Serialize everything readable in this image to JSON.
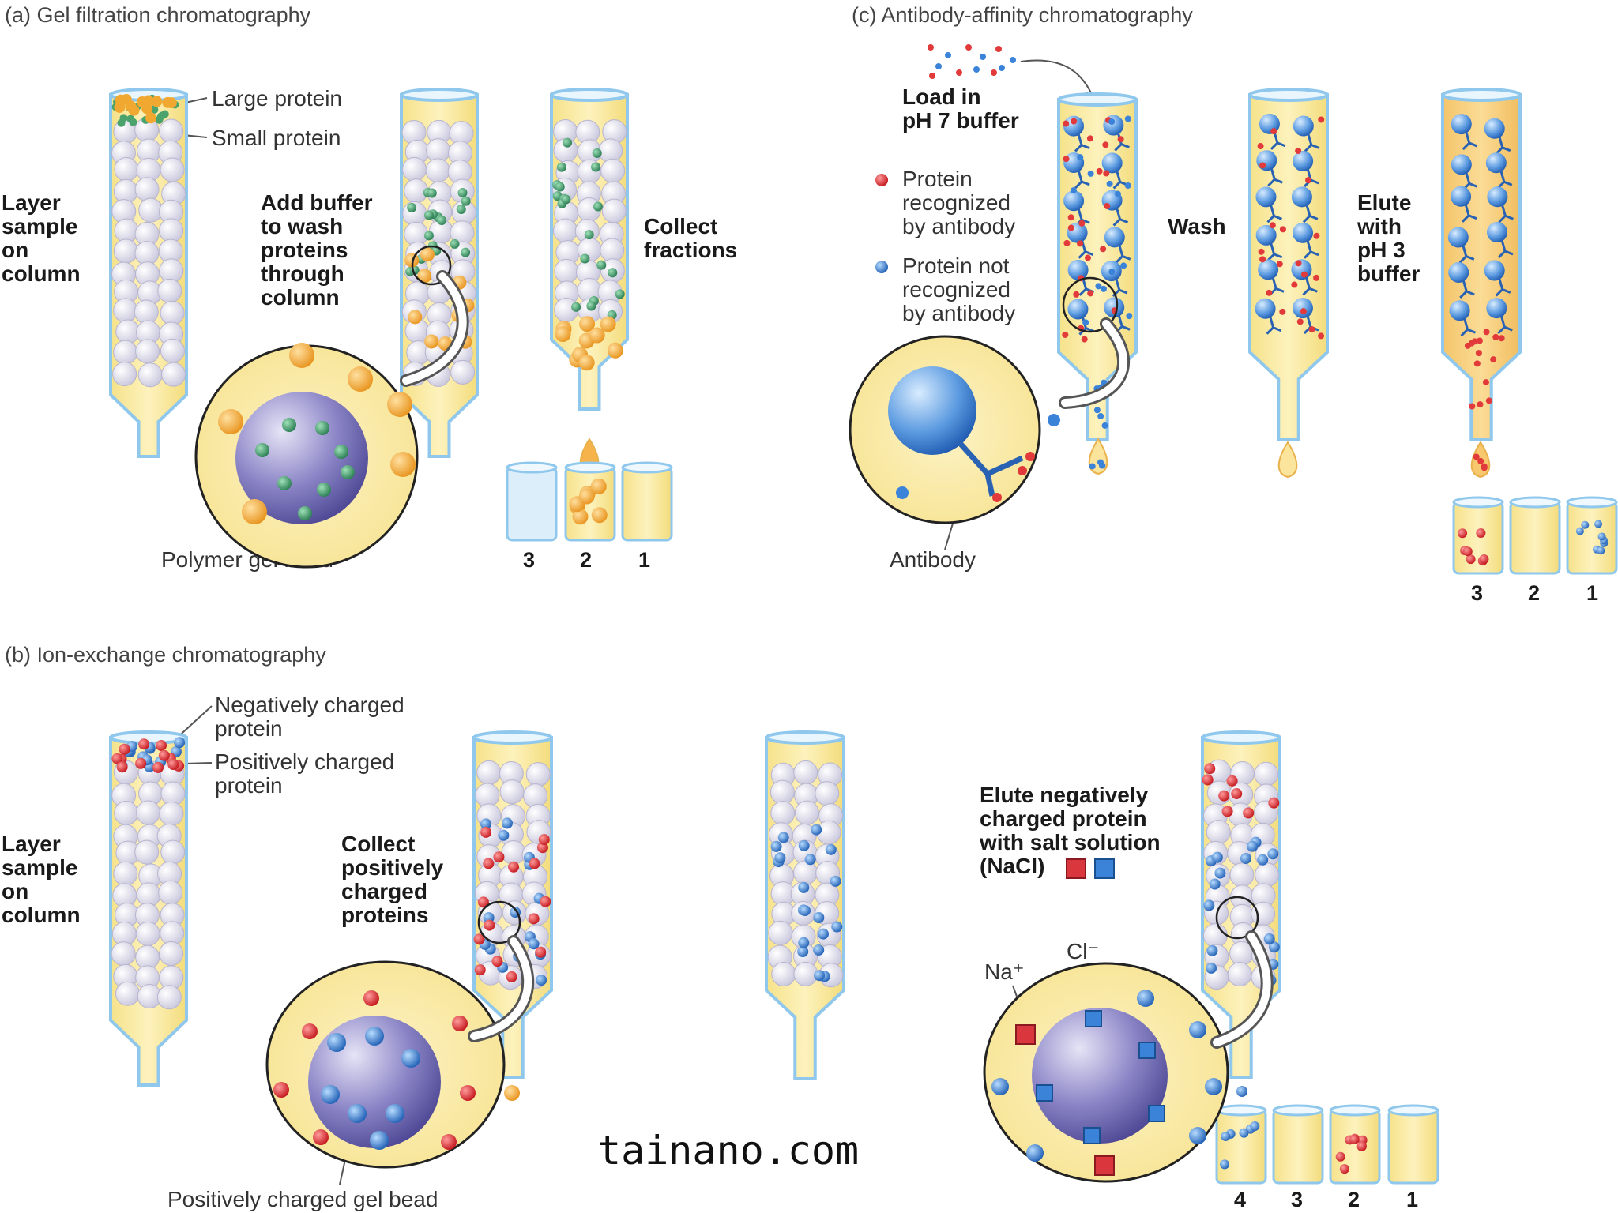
{
  "panels": {
    "a": {
      "title": "(a) Gel filtration chromatography",
      "large_protein": "Large protein",
      "small_protein": "Small protein",
      "layer": [
        "Layer",
        "sample",
        "on",
        "column"
      ],
      "add_buffer": [
        "Add buffer",
        "to wash",
        "proteins",
        "through",
        "column"
      ],
      "collect": [
        "Collect",
        "fractions"
      ],
      "bead": "Polymer gel bead",
      "fractions": [
        "3",
        "2",
        "1"
      ]
    },
    "b": {
      "title": "(b) Ion-exchange chromatography",
      "neg": [
        "Negatively charged",
        "protein"
      ],
      "pos": [
        "Positively charged",
        "protein"
      ],
      "layer": [
        "Layer",
        "sample",
        "on",
        "column"
      ],
      "collect": [
        "Collect",
        "positively",
        "charged",
        "proteins"
      ],
      "elute": [
        "Elute negatively",
        "charged protein",
        "with salt solution",
        "(NaCl)"
      ],
      "na": "Na⁺",
      "cl": "Cl⁻",
      "bead": "Positively charged gel bead",
      "fractions": [
        "4",
        "3",
        "2",
        "1"
      ]
    },
    "c": {
      "title": "(c) Antibody-affinity chromatography",
      "load": [
        "Load in",
        "pH 7 buffer"
      ],
      "recog": [
        "Protein",
        "recognized",
        "by antibody"
      ],
      "notrecog": [
        "Protein not",
        "recognized",
        "by antibody"
      ],
      "wash": "Wash",
      "elute": [
        "Elute",
        "with",
        "pH 3",
        "buffer"
      ],
      "antibody": "Antibody",
      "fractions": [
        "3",
        "2",
        "1"
      ]
    }
  },
  "watermark": "tainano.com",
  "colors": {
    "column_fill": "#fbeea6",
    "column_edge": "#8fc8ec",
    "gel_bead": "#d8d6e8",
    "large_protein": "#f2a93a",
    "small_protein": "#3f9c6b",
    "red_protein": "#e23a3a",
    "blue_protein": "#3b83d9",
    "big_bead": "#7f79bf"
  }
}
